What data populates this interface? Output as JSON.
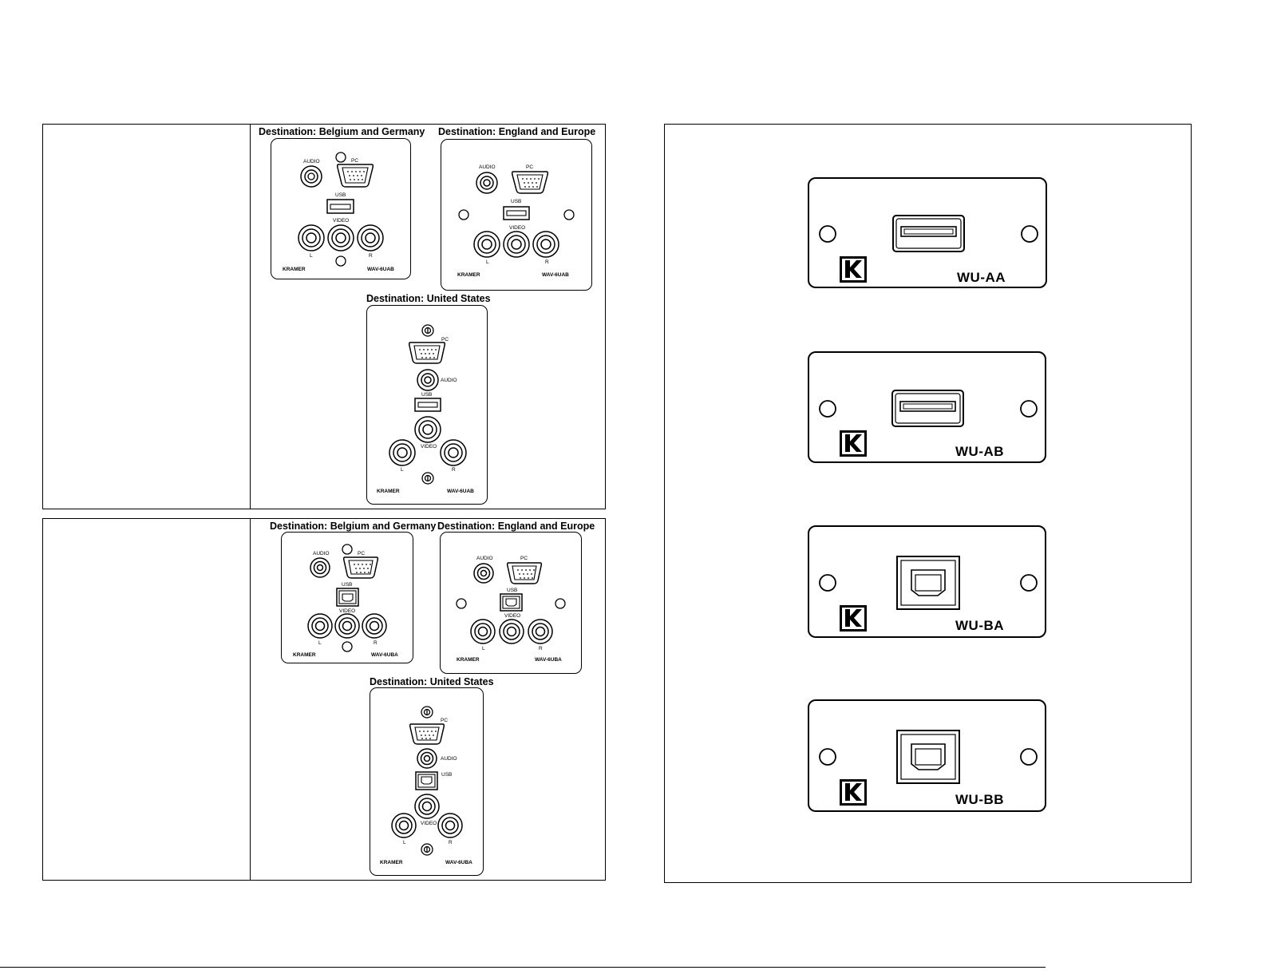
{
  "top_table": {
    "plates": [
      {
        "destination": "Destination: Belgium and Germany",
        "brand": "KRAMER",
        "model": "WAV-6UAB"
      },
      {
        "destination": "Destination: England and Europe",
        "brand": "KRAMER",
        "model": "WAV-6UAB"
      },
      {
        "destination": "Destination: United States",
        "brand": "KRAMER",
        "model": "WAV-6UAB"
      }
    ]
  },
  "bottom_table": {
    "plates": [
      {
        "destination": "Destination: Belgium and Germany",
        "brand": "KRAMER",
        "model": "WAV-6UBA"
      },
      {
        "destination": "Destination: England and Europe",
        "brand": "KRAMER",
        "model": "WAV-6UBA"
      },
      {
        "destination": "Destination: United States",
        "brand": "KRAMER",
        "model": "WAV-6UBA"
      }
    ]
  },
  "labels": {
    "audio": "AUDIO",
    "pc": "PC",
    "usb": "USB",
    "video": "VIDEO",
    "l": "L",
    "r": "R"
  },
  "modules": [
    {
      "model": "WU-AA",
      "connector": "usb-a-icon"
    },
    {
      "model": "WU-AB",
      "connector": "usb-a-icon"
    },
    {
      "model": "WU-BA",
      "connector": "usb-b-icon"
    },
    {
      "model": "WU-BB",
      "connector": "usb-b-icon"
    }
  ]
}
